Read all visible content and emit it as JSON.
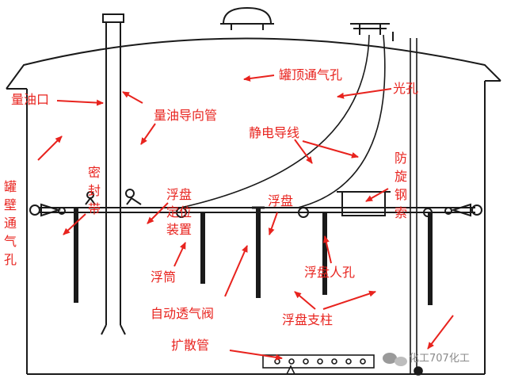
{
  "labels": {
    "measuring_port": "量油口",
    "roof_vent": "罐顶通气孔",
    "light_hole": "光孔",
    "gauge_guide_pipe": "量油导向管",
    "static_ground_wire": "静电导线",
    "anti_rotation_cable": "防旋钢索",
    "wall_vent": "罐壁通气孔",
    "seal_belt": "密封带",
    "deck_positioning_device": "浮盘定位装置",
    "floating_deck": "浮盘",
    "pontoon": "浮筒",
    "deck_manhole": "浮盘人孔",
    "auto_breather_valve": "自动透气阀",
    "deck_support_leg": "浮盘支柱",
    "diffuser_pipe": "扩散管"
  },
  "watermark": {
    "text": "化工707化工"
  },
  "colors": {
    "line": "#1a1a1a",
    "annotation": "#e8231e",
    "background": "#ffffff"
  }
}
